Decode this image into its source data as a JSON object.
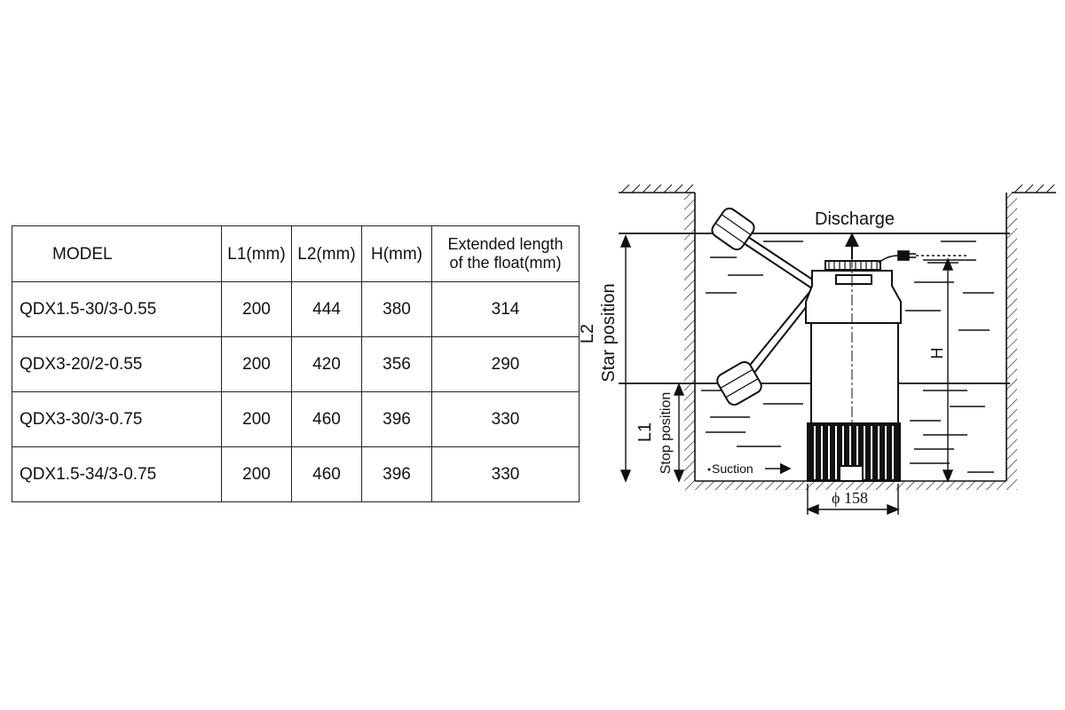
{
  "table": {
    "headers": {
      "model": "MODEL",
      "l1": "L1(mm)",
      "l2": "L2(mm)",
      "h": "H(mm)",
      "float_line1": "Extended length",
      "float_line2": "of the float(mm)"
    },
    "rows": [
      {
        "model": "QDX1.5-30/3-0.55",
        "l1": "200",
        "l2": "444",
        "h": "380",
        "float": "314"
      },
      {
        "model": "QDX3-20/2-0.55",
        "l1": "200",
        "l2": "420",
        "h": "356",
        "float": "290"
      },
      {
        "model": "QDX3-30/3-0.75",
        "l1": "200",
        "l2": "460",
        "h": "396",
        "float": "330"
      },
      {
        "model": "QDX1.5-34/3-0.75",
        "l1": "200",
        "l2": "460",
        "h": "396",
        "float": "330"
      }
    ]
  },
  "diagram": {
    "discharge": "Discharge",
    "l2": "L2",
    "star_position": "Star position",
    "l1": "L1",
    "stop_position": "Stop position",
    "h": "H",
    "suction": "Suction",
    "diameter": "ϕ 158"
  }
}
